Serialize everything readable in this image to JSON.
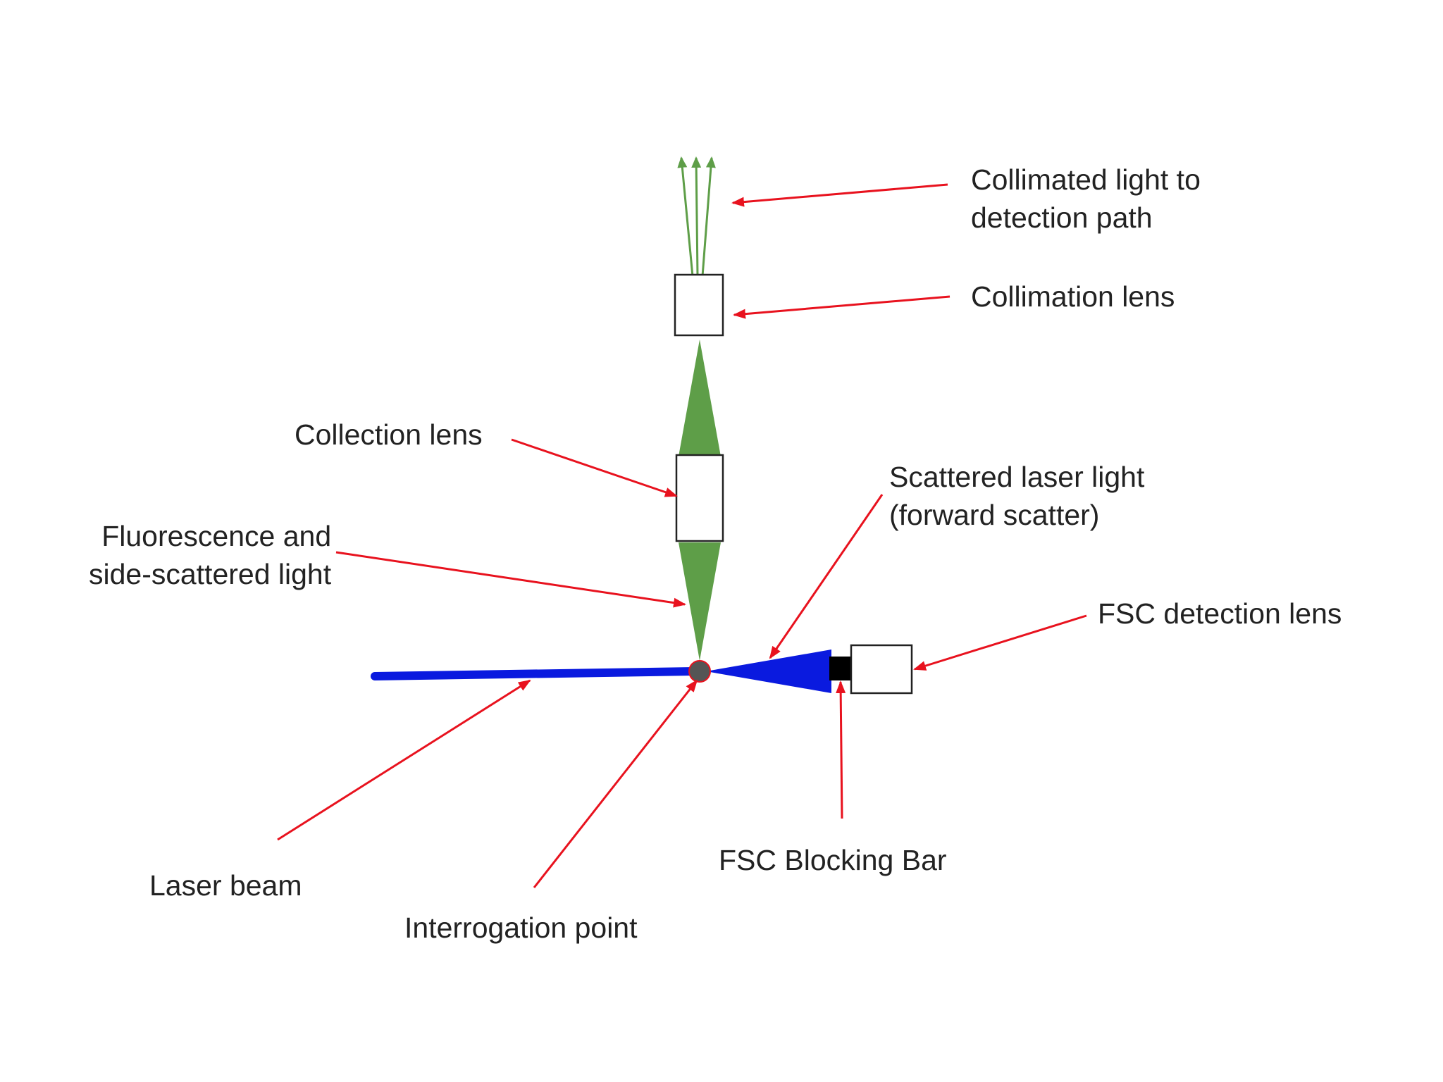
{
  "colors": {
    "background": "#ffffff",
    "laser_beam": "#0a1adf",
    "emitted_light": "#5e9e48",
    "callout_arrow": "#e8121e",
    "text": "#222222",
    "interrogation_point": "#555555",
    "blocking_bar": "#000000",
    "lens_outline": "#222222"
  },
  "labels": {
    "collimated_light": [
      "Collimated light to",
      "detection path"
    ],
    "collimation_lens": "Collimation lens",
    "collection_lens": "Collection lens",
    "fluorescence": [
      "Fluorescence and",
      "side-scattered light"
    ],
    "scattered_laser": [
      "Scattered laser light",
      "(forward scatter)"
    ],
    "fsc_detection_lens": "FSC detection lens",
    "laser_beam": "Laser beam",
    "interrogation_point": "Interrogation point",
    "fsc_blocking_bar": "FSC Blocking Bar"
  }
}
